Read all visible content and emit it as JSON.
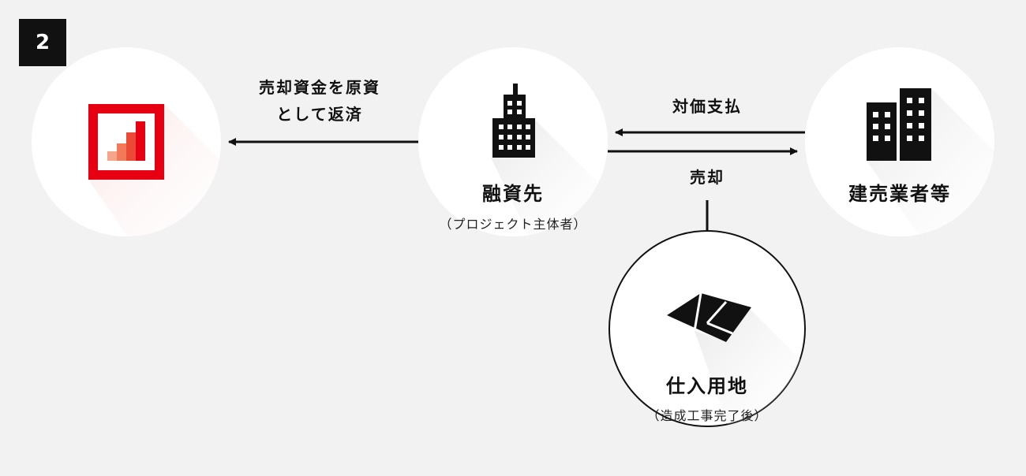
{
  "step_number": "2",
  "nodes": {
    "lender": {
      "icon": "growth-chart-logo-icon",
      "brand_color": "#e60012"
    },
    "borrower": {
      "title": "融資先",
      "subtitle": "（プロジェクト主体者）",
      "icon": "office-building-icon"
    },
    "builder": {
      "title": "建売業者等",
      "icon": "buildings-icon"
    },
    "land": {
      "title": "仕入用地",
      "subtitle": "（造成工事完了後）",
      "icon": "land-parcel-icon"
    }
  },
  "edges": {
    "repay": {
      "line1": "売却資金を原資",
      "line2": "として返済"
    },
    "payment": {
      "label": "対価支払"
    },
    "sale": {
      "label": "売却"
    }
  },
  "colors": {
    "background": "#f2f2f2",
    "circle": "#ffffff",
    "ink": "#111111",
    "brand": "#e60012"
  }
}
